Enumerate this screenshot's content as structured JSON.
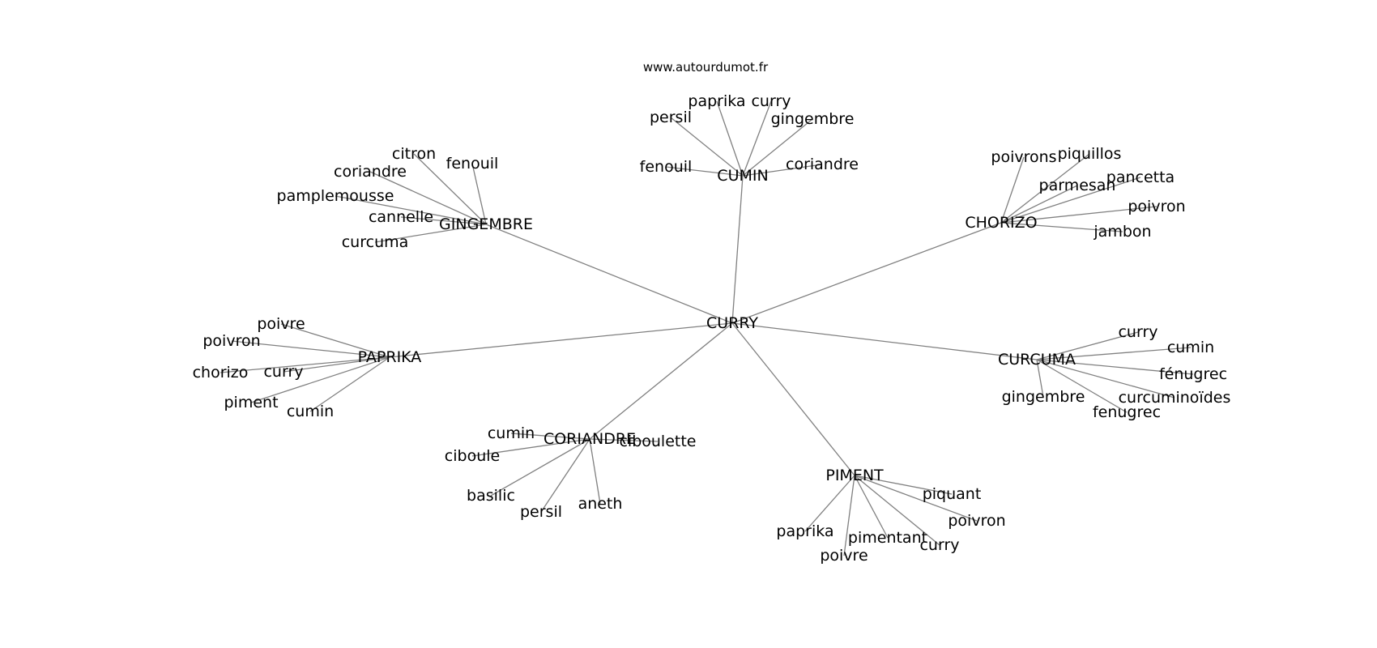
{
  "source": "www.autourdumot.fr",
  "colors": {
    "edge": "#808080",
    "text": "#000000",
    "background": "#ffffff"
  },
  "graph": {
    "center": "CURRY",
    "hubs": [
      {
        "id": "cumin",
        "label": "CUMIN",
        "leaves": [
          "persil",
          "paprika",
          "curry",
          "gingembre",
          "fenouil",
          "coriandre"
        ]
      },
      {
        "id": "gingembre",
        "label": "GINGEMBRE",
        "leaves": [
          "citron",
          "fenouil",
          "coriandre",
          "pamplemousse",
          "cannelle",
          "curcuma"
        ]
      },
      {
        "id": "chorizo",
        "label": "CHORIZO",
        "leaves": [
          "poivrons",
          "piquillos",
          "parmesan",
          "pancetta",
          "poivron",
          "jambon"
        ]
      },
      {
        "id": "paprika",
        "label": "PAPRIKA",
        "leaves": [
          "poivre",
          "poivron",
          "chorizo",
          "curry",
          "piment",
          "cumin"
        ]
      },
      {
        "id": "curcuma",
        "label": "CURCUMA",
        "leaves": [
          "curry",
          "cumin",
          "fénugrec",
          "curcuminoïdes",
          "gingembre",
          "fenugrec"
        ]
      },
      {
        "id": "coriandre",
        "label": "CORIANDRE",
        "leaves": [
          "cumin",
          "ciboulette",
          "ciboule",
          "basilic",
          "persil",
          "aneth"
        ]
      },
      {
        "id": "piment",
        "label": "PIMENT",
        "leaves": [
          "piquant",
          "poivron",
          "paprika",
          "pimentant",
          "curry",
          "poivre"
        ]
      }
    ]
  }
}
